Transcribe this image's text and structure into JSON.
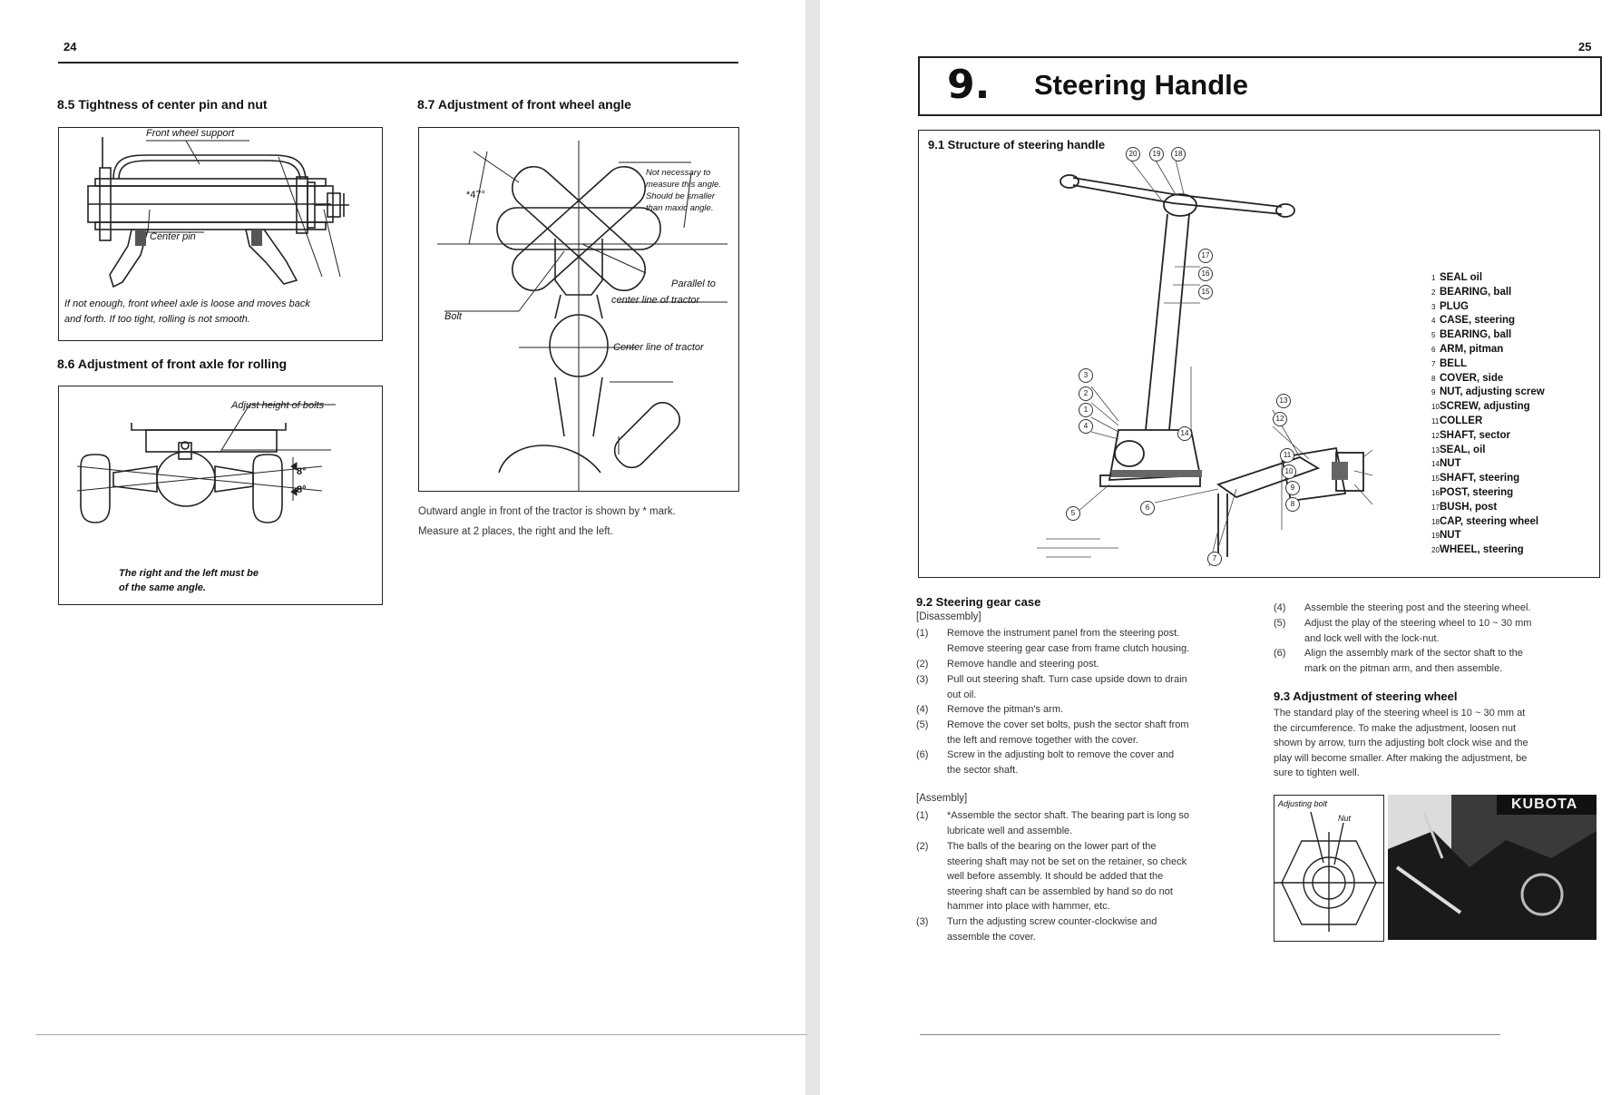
{
  "left_page": {
    "page_number": "24",
    "sec_8_5": {
      "title": "8.5  Tightness of center pin and nut",
      "label_support": "Front wheel support",
      "label_pin": "Center pin",
      "note_line1": "If not enough, front wheel axle is loose and moves back",
      "note_line2": "and forth.  If too tight, rolling is not smooth."
    },
    "sec_8_6": {
      "title": "8.6  Adjustment of front axle for rolling",
      "label_adjust": "Adjust height of bolts",
      "angle1": "8°",
      "angle2": "8°",
      "note_line1": "The right and the left must be",
      "note_line2": "of the same angle."
    },
    "sec_8_7": {
      "title": "8.7  Adjustment of front wheel angle",
      "angle": "*47°",
      "note_line1": "Not necessary to",
      "note_line2": "measure this angle.",
      "note_line3": "Should be smaller",
      "note_line4": "than maxic angle.",
      "label_parallel1": "Parallel to",
      "label_parallel2": "center line of tractor",
      "label_bolt": "Bolt",
      "label_center": "Center line of tractor",
      "caption_line1": "Outward angle in front of the tractor is shown by  * mark.",
      "caption_line2": "Measure at 2 places, the right and the left."
    }
  },
  "right_page": {
    "page_number": "25",
    "chapter_number": "9.",
    "chapter_title": "Steering Handle",
    "sec_9_1": {
      "title": "9.1  Structure of steering handle",
      "parts": [
        {
          "num": "1",
          "name": "SEAL oil"
        },
        {
          "num": "2",
          "name": "BEARING, ball"
        },
        {
          "num": "3",
          "name": "PLUG"
        },
        {
          "num": "4",
          "name": "CASE, steering"
        },
        {
          "num": "5",
          "name": "BEARING, ball"
        },
        {
          "num": "6",
          "name": "ARM, pitman"
        },
        {
          "num": "7",
          "name": "BELL"
        },
        {
          "num": "8",
          "name": "COVER, side"
        },
        {
          "num": "9",
          "name": "NUT, adjusting screw"
        },
        {
          "num": "10",
          "name": "SCREW, adjusting"
        },
        {
          "num": "11",
          "name": "COLLER"
        },
        {
          "num": "12",
          "name": "SHAFT, sector"
        },
        {
          "num": "13",
          "name": "SEAL, oil"
        },
        {
          "num": "14",
          "name": "NUT"
        },
        {
          "num": "15",
          "name": "SHAFT, steering"
        },
        {
          "num": "16",
          "name": "POST, steering"
        },
        {
          "num": "17",
          "name": "BUSH, post"
        },
        {
          "num": "18",
          "name": "CAP, steering wheel"
        },
        {
          "num": "19",
          "name": "NUT"
        },
        {
          "num": "20",
          "name": "WHEEL, steering"
        }
      ]
    },
    "sec_9_2": {
      "title": "9.2  Steering gear case",
      "disassembly_label": "[Disassembly]",
      "disassembly": [
        {
          "n": "(1)",
          "lines": [
            "Remove the instrument panel from the steering post.",
            "Remove steering gear case from frame clutch housing."
          ]
        },
        {
          "n": "(2)",
          "lines": [
            "Remove handle and steering post."
          ]
        },
        {
          "n": "(3)",
          "lines": [
            "Pull out steering shaft. Turn case upside down to drain",
            "out oil."
          ]
        },
        {
          "n": "(4)",
          "lines": [
            "Remove the pitman's arm."
          ]
        },
        {
          "n": "(5)",
          "lines": [
            "Remove the cover set bolts, push the sector shaft from",
            "the left and remove together with the cover."
          ]
        },
        {
          "n": "(6)",
          "lines": [
            "Screw in the adjusting bolt to remove the cover and",
            "the sector shaft."
          ]
        }
      ],
      "assembly_label": "[Assembly]",
      "assembly": [
        {
          "n": "(1)",
          "lines": [
            "*Assemble the sector shaft. The bearing part is long so",
            "lubricate well and assemble."
          ]
        },
        {
          "n": "(2)",
          "lines": [
            "The balls of the bearing on the lower part of the",
            "steering shaft may not be set on the retainer, so check",
            "well before assembly. It should be added that the",
            "steering shaft can be assembled by hand so do not",
            "hammer into place with hammer, etc."
          ]
        },
        {
          "n": "(3)",
          "lines": [
            "Turn the adjusting screw counter-clockwise and",
            "assemble the cover."
          ]
        },
        {
          "n": "(4)",
          "lines": [
            "Assemble the steering post and the steering wheel."
          ]
        },
        {
          "n": "(5)",
          "lines": [
            "Adjust the play of the steering wheel to 10 ~ 30 mm",
            "and lock well with the lock-nut."
          ]
        },
        {
          "n": "(6)",
          "lines": [
            "Align the assembly mark of the sector shaft to the",
            "mark on the pitman arm, and then assemble."
          ]
        }
      ]
    },
    "sec_9_3": {
      "title": "9.3  Adjustment of steering wheel",
      "body": [
        "The standard play of the steering wheel is 10 ~ 30 mm at",
        "the circumference. To make the adjustment, loosen nut",
        "shown by arrow, turn the adjusting bolt clock wise and the",
        "play will become smaller. After making the adjustment, be",
        "sure to tighten well."
      ],
      "label_bolt": "Adjusting bolt",
      "label_nut": "Nut",
      "photo_brand": "KUBOTA"
    }
  }
}
